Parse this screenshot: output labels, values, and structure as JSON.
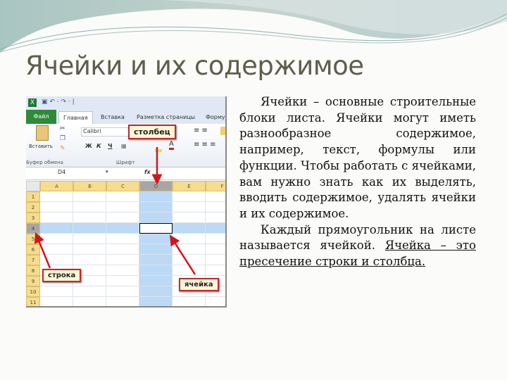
{
  "slide": {
    "title": "Ячейки и их содержимое"
  },
  "body": {
    "p1": "Ячейки – основные строительные блоки листа. Ячейки могут иметь разнообразное содержимое, например, текст, формулы или функции. Чтобы работать с ячейками, вам нужно знать как их выделять, вводить содержимое, удалять ячейки и их содержимое.",
    "p2_plain": "Каждый прямоугольник на листе называется ячейкой. ",
    "p2_underlined": "Ячейка – это пресечение строки и столбца."
  },
  "excel": {
    "tabs": {
      "file": "Файл",
      "home": "Главная",
      "insert": "Вставка",
      "layout": "Разметка страницы",
      "formulas": "Форму"
    },
    "ribbon": {
      "paste": "Вставить",
      "clipboard": "Буфер обмена",
      "font_name": "Calibri",
      "font_group": "Шрифт",
      "bold": "Ж",
      "italic": "К",
      "underline": "Ч"
    },
    "name_box": "D4",
    "fx": "fx",
    "columns": [
      "A",
      "B",
      "C",
      "D",
      "E",
      "F"
    ],
    "rows": [
      "1",
      "2",
      "3",
      "4",
      "5",
      "6",
      "7",
      "8",
      "9",
      "10",
      "11"
    ],
    "selected_row": "4",
    "selected_column": "D",
    "callouts": {
      "column": "столбец",
      "row": "строка",
      "cell": "ячейка"
    },
    "colors": {
      "highlight": "#bcd9f5",
      "header": "#f6dc8c",
      "selected_header": "#a6a6a6",
      "arrow": "#d0161b"
    }
  }
}
